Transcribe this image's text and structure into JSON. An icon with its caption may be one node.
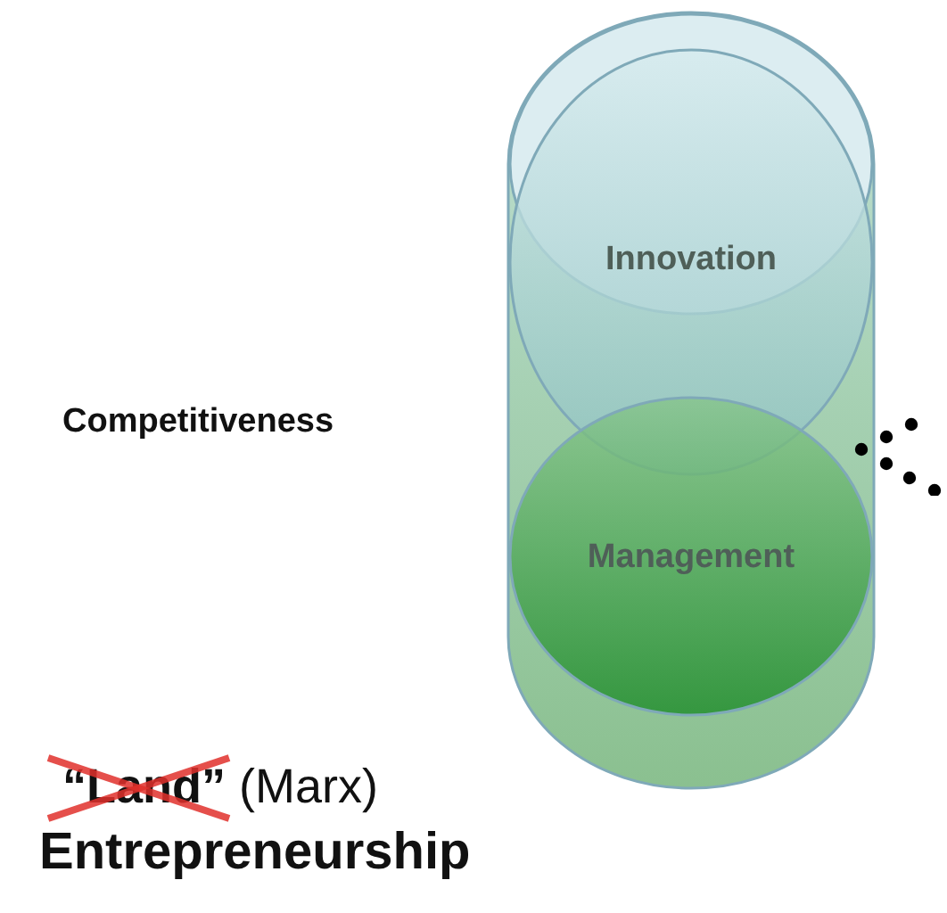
{
  "diagram": {
    "nodes": [
      {
        "text": [],
        "shape": "cylinder"
      },
      {
        "text": [
          "Innovation"
        ],
        "in": 0
      },
      {
        "text": [
          "Management"
        ],
        "in": 0
      }
    ],
    "labels": [
      "Competitiveness",
      "**“Land”** (Marx)",
      "Entrepreneurship"
    ]
  }
}
